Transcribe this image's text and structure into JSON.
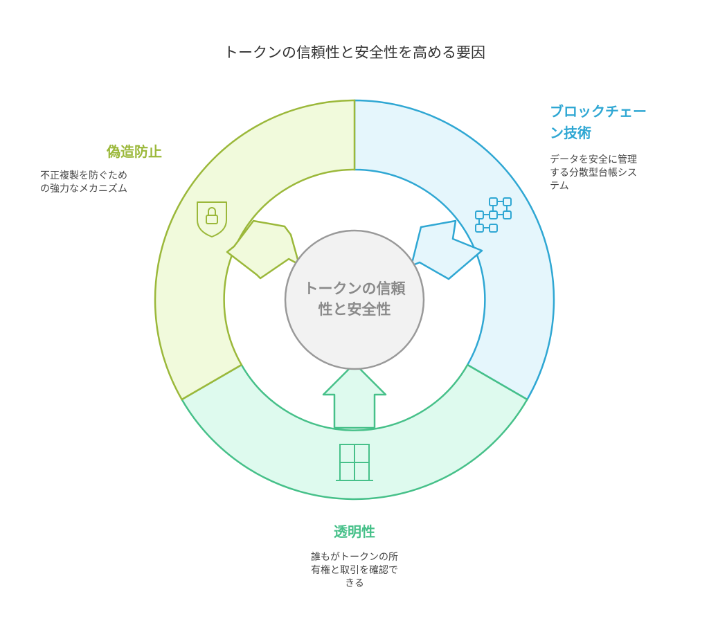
{
  "title": "トークンの信頼性と安全性を高める要因",
  "center": {
    "line1": "トークンの信頼",
    "line2": "性と安全性"
  },
  "segments": [
    {
      "id": "forgery",
      "label": "偽造防止",
      "desc_lines": [
        "不正複製を防ぐため",
        "の強力なメカニズム"
      ],
      "icon": "shield-lock-icon",
      "fill": "#f1fadc",
      "stroke": "#9bb83a"
    },
    {
      "id": "blockchain",
      "label_lines": [
        "ブロックチェー",
        "ン技術"
      ],
      "desc_lines": [
        "データを安全に管理",
        "する分散型台帳シス",
        "テム"
      ],
      "icon": "blockchain-network-icon",
      "fill": "#e5f6fc",
      "stroke": "#2fa7d3"
    },
    {
      "id": "transparency",
      "label": "透明性",
      "desc_lines": [
        "誰もがトークンの所",
        "有権と取引を確認で",
        "きる"
      ],
      "icon": "window-grid-icon",
      "fill": "#defaee",
      "stroke": "#46c089"
    }
  ]
}
